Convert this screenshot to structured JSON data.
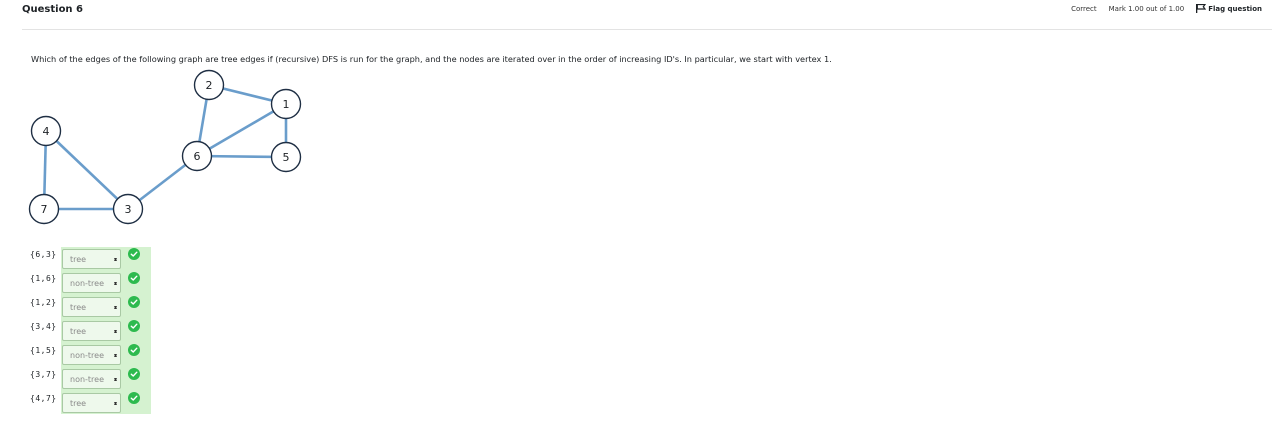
{
  "question": {
    "title": "Question 6",
    "status": "Correct",
    "mark": "Mark 1.00 out of 1.00",
    "flag_label": "Flag question"
  },
  "prompt": "Which of the edges of the following graph are tree edges if (recursive) DFS is run for the graph,  and the nodes are iterated over in the order of increasing ID's. In particular, we start with vertex 1.",
  "graph": {
    "nodes": [
      "1",
      "2",
      "3",
      "4",
      "5",
      "6",
      "7"
    ],
    "edges": [
      [
        "1",
        "2"
      ],
      [
        "1",
        "6"
      ],
      [
        "1",
        "5"
      ],
      [
        "2",
        "6"
      ],
      [
        "5",
        "6"
      ],
      [
        "3",
        "6"
      ],
      [
        "3",
        "4"
      ],
      [
        "3",
        "7"
      ],
      [
        "4",
        "7"
      ]
    ],
    "edge_color": "#6a9dcb"
  },
  "answers": [
    {
      "edge": "{6,3}",
      "value": "tree"
    },
    {
      "edge": "{1,6}",
      "value": "non-tree"
    },
    {
      "edge": "{1,2}",
      "value": "tree"
    },
    {
      "edge": "{3,4}",
      "value": "tree"
    },
    {
      "edge": "{1,5}",
      "value": "non-tree"
    },
    {
      "edge": "{3,7}",
      "value": "non-tree"
    },
    {
      "edge": "{4,7}",
      "value": "tree"
    }
  ],
  "colors": {
    "correct_bg": "#d5f2d0",
    "check": "#2dba4e"
  },
  "icons": {
    "flag": "flag-icon",
    "check": "check-circle-icon",
    "select_arrow": "sort-arrows-icon"
  }
}
